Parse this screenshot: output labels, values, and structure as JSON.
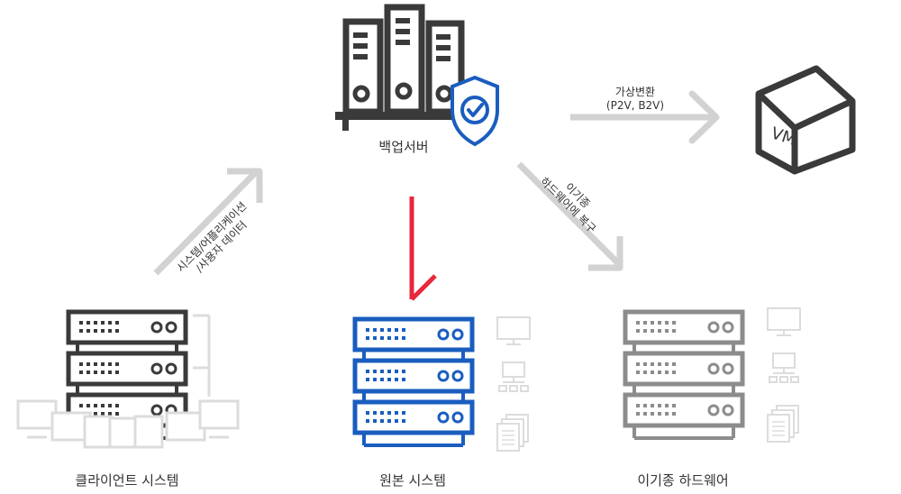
{
  "nodes": {
    "backup_server": "백업서버",
    "client_system": "클라이언트 시스템",
    "original_system": "원본 시스템",
    "heterogeneous_hw": "이기종 하드웨어"
  },
  "edges": {
    "virtual_conversion_line1": "가상변환",
    "virtual_conversion_line2": "(P2V, B2V)",
    "hetero_restore_line1": "이기종",
    "hetero_restore_line2": "하드웨어에 복구",
    "client_backup_line1": "시스템/어플리케이션",
    "client_backup_line2": "/사용자 데이터"
  },
  "vm_label": "VM",
  "colors": {
    "dark": "#3a3a3a",
    "blue": "#1a5dbf",
    "gray": "#8c8c8c",
    "light": "#dcdcdc",
    "red": "#e8283a",
    "arrow": "#d2d2d2"
  }
}
